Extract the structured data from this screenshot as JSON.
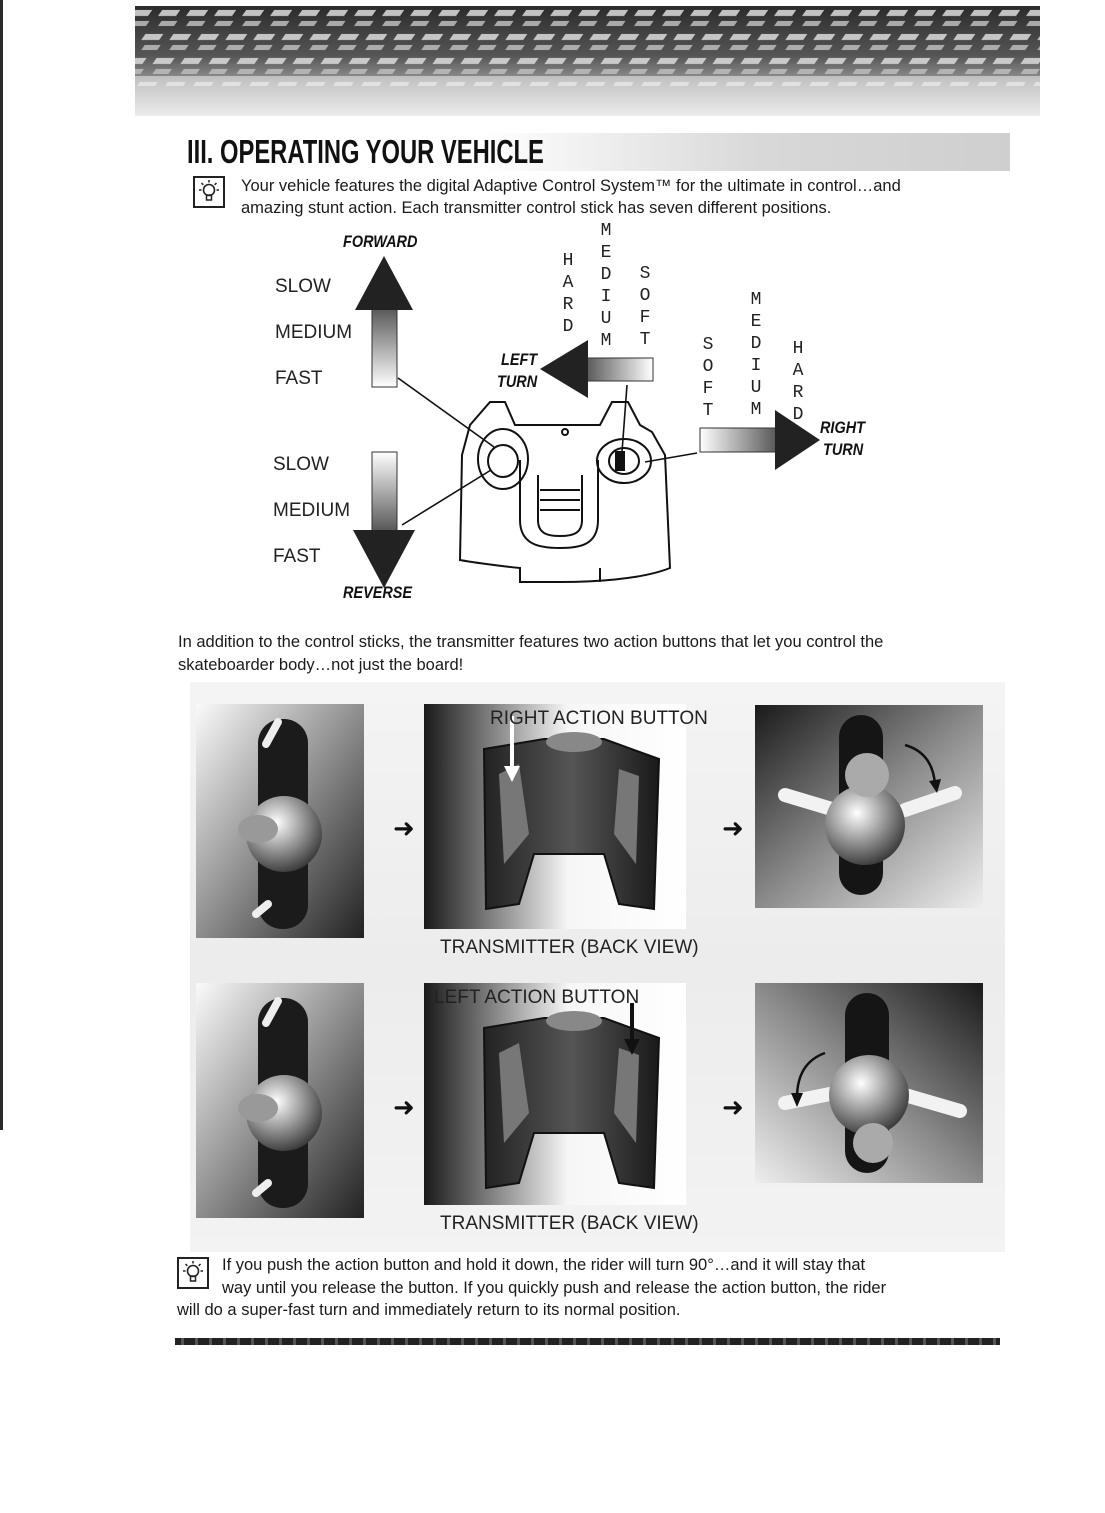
{
  "heading": "III. OPERATING YOUR VEHICLE",
  "intro": {
    "line1": "Your vehicle features the digital Adaptive Control System™ for the ultimate in control…and",
    "line2": "amazing stunt action. Each transmitter control stick has seven different positions."
  },
  "stick_diagram": {
    "forward": "FORWARD",
    "reverse": "REVERSE",
    "forward_speeds": [
      "SLOW",
      "MEDIUM",
      "FAST"
    ],
    "reverse_speeds": [
      "SLOW",
      "MEDIUM",
      "FAST"
    ],
    "left_turn": [
      "LEFT",
      "TURN"
    ],
    "right_turn": [
      "RIGHT",
      "TURN"
    ],
    "left_levels": [
      "HARD",
      "MEDIUM",
      "SOFT"
    ],
    "right_levels": [
      "SOFT",
      "MEDIUM",
      "HARD"
    ]
  },
  "middle_text": {
    "line1": "In addition to the control sticks, the transmitter features two action buttons that let you control the",
    "line2": "skateboarder body…not just the board!"
  },
  "action_rows": [
    {
      "button_label": "RIGHT ACTION BUTTON",
      "caption": "TRANSMITTER  (BACK VIEW)"
    },
    {
      "button_label": "LEFT ACTION BUTTON",
      "caption": "TRANSMITTER  (BACK VIEW)"
    }
  ],
  "tip": {
    "line1": "If you push the action button and hold it down, the rider will turn 90°…and it will stay that",
    "line2": "way until you release the button. If you quickly push and release the action button, the rider",
    "line3": "will do a super-fast turn and immediately return to its normal position."
  },
  "icons": {
    "tip": "lightbulb-icon",
    "flow": "arrow-right-icon"
  }
}
